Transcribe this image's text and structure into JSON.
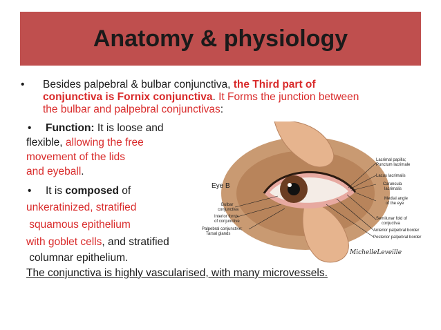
{
  "slide": {
    "title": "Anatomy & physiology",
    "bullet1": {
      "marker": "•",
      "line1_plain": "Besides palpebral & bulbar conjunctiva, ",
      "line1_red_bold": "the Third part of",
      "line2_red_bold": "conjunctiva is Fornix conjunctiva",
      "line2_plain": ". ",
      "line2_red": "It Forms the junction between",
      "line3_red": "the bulbar and palpebral conjunctivas",
      "line3_plain": ":"
    },
    "bullet2": {
      "marker": "•",
      "label": "Function:",
      "text1": " It is loose and",
      "line2_plain": "flexible, ",
      "line2_red": "allowing the free",
      "line3_red": "movement of the lids",
      "line4_red": "and eyeball",
      "line4_plain": "."
    },
    "bullet3": {
      "marker": "•",
      "text1": "It is ",
      "bold": "composed",
      "text2": " of",
      "line2_red": "unkeratinized, stratified",
      "line3_red": " squamous epithelium",
      "line4_red": "with goblet cells",
      "line4_plain": ", and stratified",
      "line5_plain": " columnar epithelium."
    },
    "footer_line": "The conjunctiva is highly vascularised, with many microvessels."
  },
  "figure": {
    "eye_label": "Eye B",
    "labels": {
      "lacrimal_papilla": "Lacrimal papilla;",
      "punctum": "Punctum lacrimale",
      "lacus": "Lacus lacrimalis",
      "caruncula1": "Caruncula",
      "caruncula2": "lacrimalis",
      "medial1": "Medial angle",
      "medial2": "of the eye",
      "semilunar1": "Semilunar fold of",
      "semilunar2": "conjuctiva",
      "anterior": "Anterior palpebral border",
      "posterior": "Posterior palpebral border",
      "bulbar1": "Bulbar",
      "bulbar2": "conjunctiva",
      "inferior1": "Interior fornix",
      "inferior2": "of conjunctive",
      "palpebral1": "Palpebral conjunctive;",
      "palpebral2": "Tarsal glands",
      "signature": "MichelleLeveille"
    }
  },
  "colors": {
    "title_bg": "#bf4f4e",
    "red_text": "#d92b2b"
  }
}
